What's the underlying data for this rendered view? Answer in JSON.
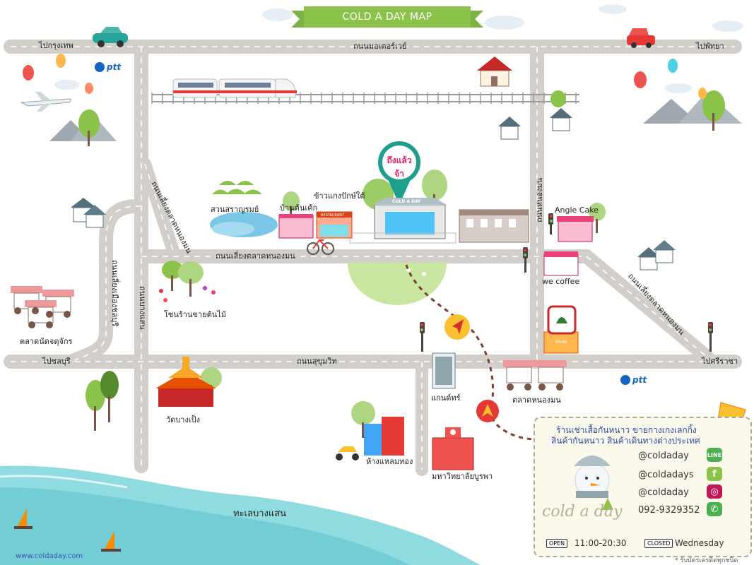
{
  "title": "COLD A DAY  MAP",
  "pin_label": "ถึงแล้วจ้า",
  "shop_sign": "COLD A DAY",
  "roads": {
    "top_road": "ถนนมอเตอร์เวย์",
    "top_left_dest": "ไปกรุงเทพ",
    "top_right_dest": "ไปพัทยา",
    "middle_road": "ถนนเลี่ยงตลาดหนองมน",
    "bottom_road": "ถนนสุขุมวิท",
    "bottom_left_dest": "ไปชลบุรี",
    "bottom_right_dest": "ไปศรีราชา",
    "left_vertical": "ถนนบางแสน",
    "diagonal_left": "ถนนเลี่ยงตลาดหนองมน",
    "curve_road": "ถนนเลี่ยงเมืองชลบุรี",
    "right_vertical": "ถนนหนองมน",
    "right_diagonal": "ถนนเลี่ยงตลาดหนองมน"
  },
  "places": {
    "park": "สวนสราญรมย์",
    "bakery": "บ้านต้นเค้ก",
    "restaurant": "ข้าวแกงปักษ์ใต้",
    "restaurant_sign": "RESTAURANT",
    "plant_zone": "โซนร้านขายต้นไม้",
    "temple": "วัดบางเป็ง",
    "market_left": "ตลาดนัดจตุจักร",
    "market_right": "ตลาดหนองมน",
    "angle_cake": "Angle Cake",
    "coffee": "we coffee",
    "bank_sign": "BANK",
    "gas": "ptt",
    "tower": "แกนด์ทร์",
    "mall": "ห้างแหลมทอง",
    "university": "มหาวิทยาลัยบูรพา",
    "sea": "ทะเลบางแสน"
  },
  "info": {
    "line1": "ร้านเช่าเสื้อกันหนาว  ขายกางเกงเลกกิ้ง",
    "line2": "สินค้ากันหนาว  สินค้าเดินทางต่างประเทศ",
    "social": [
      {
        "handle": "@coldaday",
        "icon": "line-icon",
        "icon_text": "LINE",
        "color": "#4caf50"
      },
      {
        "handle": "@coldadays",
        "icon": "facebook-icon",
        "icon_text": "f",
        "color": "#8bc34a"
      },
      {
        "handle": "@coldaday",
        "icon": "instagram-icon",
        "icon_text": "◎",
        "color": "#c2185b"
      },
      {
        "handle": "092-9329352",
        "icon": "phone-icon",
        "icon_text": "✆",
        "color": "#4caf50"
      }
    ],
    "open_tag": "OPEN",
    "open_hours": "11:00-20:30",
    "closed_tag": "CLOSED",
    "closed_day": "Wednesday",
    "brand": "cold a day",
    "note": "* รับบัตรเครดิตทุกชนิด"
  },
  "website": "www.coldaday.com",
  "colors": {
    "road": "#d4d1cc",
    "road_line": "#ffffff",
    "banner": "#8bc34a",
    "sea": "#7fd3d8",
    "pin": "#1e9e8c",
    "route": "#7b3f2e"
  }
}
